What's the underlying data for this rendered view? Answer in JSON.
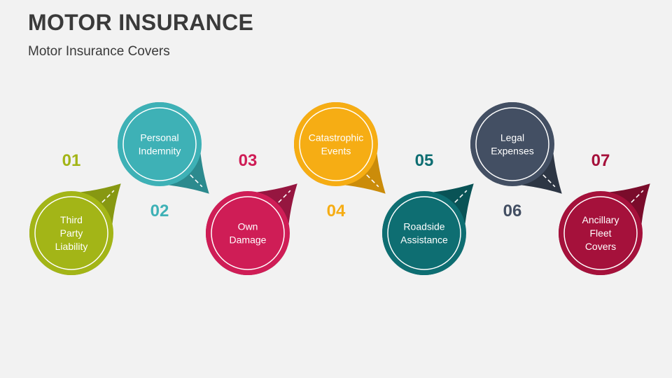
{
  "header": {
    "title": "MOTOR INSURANCE",
    "subtitle": "Motor Insurance Covers"
  },
  "items": [
    {
      "number": "01",
      "lines": [
        "Third",
        "Party",
        "Liability"
      ],
      "color": "#a3b517",
      "shade": "#879812"
    },
    {
      "number": "02",
      "lines": [
        "Personal",
        "Indemnity"
      ],
      "color": "#3eb1b6",
      "shade": "#2c8a8e"
    },
    {
      "number": "03",
      "lines": [
        "Own",
        "Damage"
      ],
      "color": "#cf1d56",
      "shade": "#961640"
    },
    {
      "number": "04",
      "lines": [
        "Catastrophic",
        "Events"
      ],
      "color": "#f6ad14",
      "shade": "#cb8c0a"
    },
    {
      "number": "05",
      "lines": [
        "Roadside",
        "Assistance"
      ],
      "color": "#0e6e72",
      "shade": "#095356"
    },
    {
      "number": "06",
      "lines": [
        "Legal",
        "Expenses"
      ],
      "color": "#434f63",
      "shade": "#2d3644"
    },
    {
      "number": "07",
      "lines": [
        "Ancillary",
        "Fleet",
        "Covers"
      ],
      "color": "#a5113b",
      "shade": "#7a0c2b"
    }
  ]
}
